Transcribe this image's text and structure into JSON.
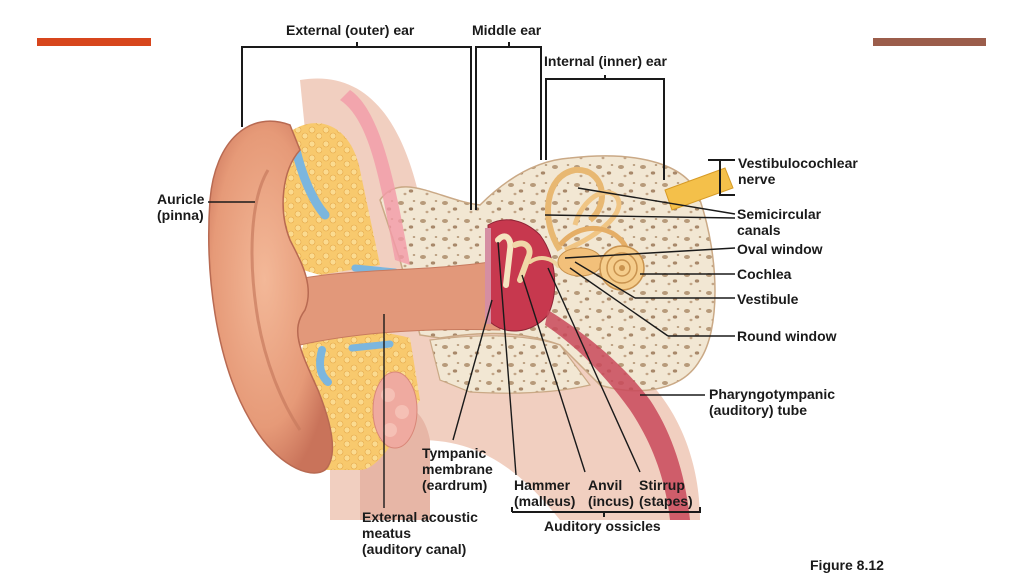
{
  "colors": {
    "left_bar": "#d7461d",
    "right_bar": "#9b5d4b",
    "skin": "#e9a07f",
    "bone": "#f2e7d3",
    "cartilage": "#f7c770",
    "fluid": "#7cb6de",
    "cavity": "#c7384e"
  },
  "labels": {
    "external_ear": "External (outer) ear",
    "middle_ear": "Middle ear",
    "internal_ear": "Internal (inner) ear",
    "auricle": [
      "Auricle",
      "(pinna)"
    ],
    "vestibulocochlear": [
      "Vestibulocochlear",
      "nerve"
    ],
    "semicircular": [
      "Semicircular",
      "canals"
    ],
    "oval_window": "Oval window",
    "cochlea": "Cochlea",
    "vestibule": "Vestibule",
    "round_window": "Round window",
    "pharyngotympanic": [
      "Pharyngotympanic",
      "(auditory) tube"
    ],
    "tympanic": [
      "Tympanic",
      "membrane",
      "(eardrum)"
    ],
    "hammer": [
      "Hammer",
      "(malleus)"
    ],
    "anvil": [
      "Anvil",
      "(incus)"
    ],
    "stirrup": [
      "Stirrup",
      "(stapes)"
    ],
    "ossicles": "Auditory ossicles",
    "meatus": [
      "External acoustic",
      "meatus",
      "(auditory canal)"
    ],
    "figure": "Figure 8.12"
  }
}
